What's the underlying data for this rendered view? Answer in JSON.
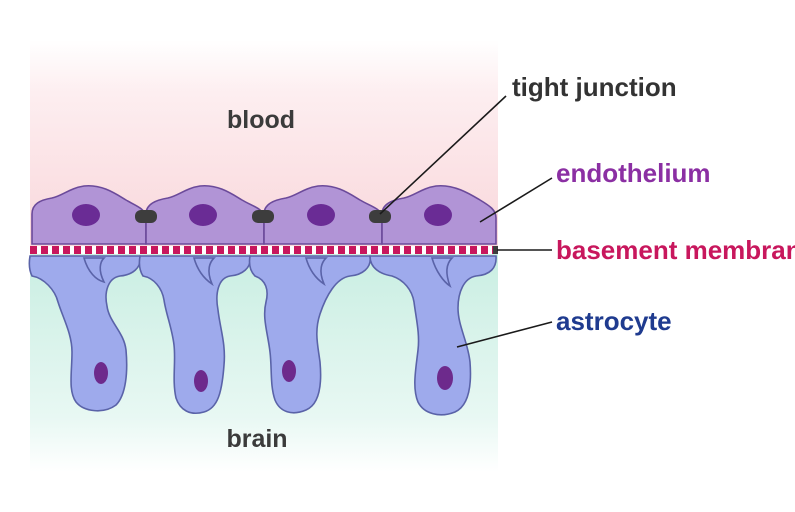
{
  "regions": {
    "top_label": "blood",
    "bottom_label": "brain"
  },
  "labels": {
    "tight_junction": "tight junction",
    "endothelium": "endothelium",
    "basement_membrane": "basement membrane",
    "astrocyte": "astrocyte"
  },
  "colors": {
    "blood_tint": "#f9d6da",
    "brain_tint": "#c9eee2",
    "endothelium_fill": "#b194d6",
    "endothelium_nucleus": "#6a2c95",
    "tight_junction_fill": "#3d3d3d",
    "membrane": "#c8175d",
    "astrocyte_fill": "#9eaaec",
    "astrocyte_nucleus": "#6d2a8c",
    "endothelium_text": "#8b2fa3",
    "membrane_text": "#c8175d",
    "astrocyte_text": "#1f3b8f",
    "junction_text": "#333333"
  },
  "counts": {
    "endothelial_cells": 4,
    "tight_junctions": 3,
    "astrocytes": 4
  }
}
